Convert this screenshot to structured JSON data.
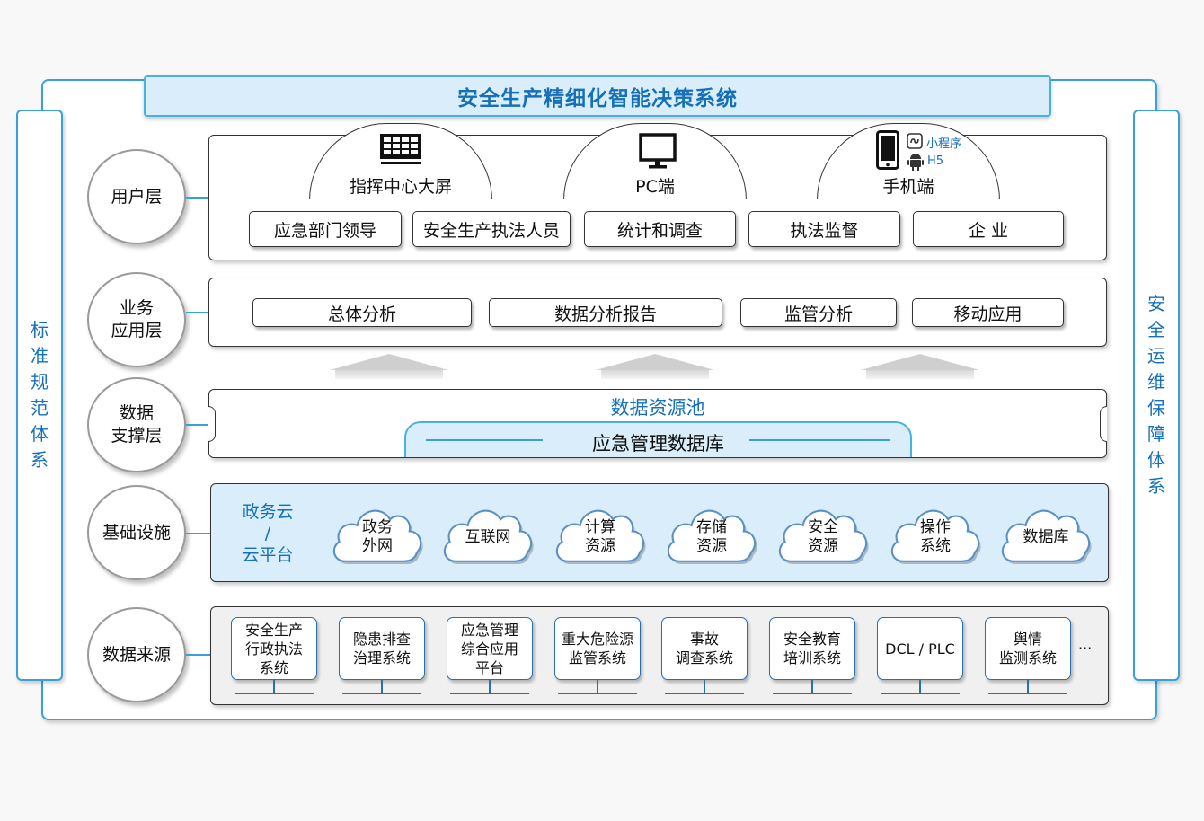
{
  "title": "安全生产精细化智能决策系统",
  "left_panel": [
    "标",
    "准",
    "规",
    "范",
    "体",
    "系"
  ],
  "right_panel": [
    "安",
    "全",
    "运",
    "维",
    "保",
    "障",
    "体",
    "系"
  ],
  "layers": {
    "user": "用户层",
    "business_1": "业务",
    "business_2": "应用层",
    "data_1": "数据",
    "data_2": "支撑层",
    "infra": "基础设施",
    "source": "数据来源"
  },
  "terminals": {
    "screen": "指挥中心大屏",
    "pc": "PC端",
    "mobile": "手机端",
    "mini_program": "小程序",
    "h5": "H5"
  },
  "users": [
    "应急部门领导",
    "安全生产执法人员",
    "统计和调查",
    "执法监督",
    "企 业"
  ],
  "apps": [
    "总体分析",
    "数据分析报告",
    "监管分析",
    "移动应用"
  ],
  "data_pool": {
    "title": "数据资源池",
    "database": "应急管理数据库"
  },
  "infra": {
    "label_1": "政务云",
    "label_2": "/",
    "label_3": "云平台",
    "clouds": [
      [
        "政务",
        "外网"
      ],
      [
        "互联网"
      ],
      [
        "计算",
        "资源"
      ],
      [
        "存储",
        "资源"
      ],
      [
        "安全",
        "资源"
      ],
      [
        "操作",
        "系统"
      ],
      [
        "数据库"
      ]
    ]
  },
  "sources": [
    [
      "安全生产",
      "行政执法",
      "系统"
    ],
    [
      "隐患排查",
      "治理系统"
    ],
    [
      "应急管理",
      "综合应用",
      "平台"
    ],
    [
      "重大危险源",
      "监管系统"
    ],
    [
      "事故",
      "调查系统"
    ],
    [
      "安全教育",
      "培训系统"
    ],
    [
      "DCL / PLC"
    ],
    [
      "舆情",
      "监测系统"
    ]
  ],
  "more": "···",
  "colors": {
    "accent": "#3aa0d8",
    "title_text": "#1670b8",
    "banner_bg": "#d9eefa",
    "infra_bg": "#d9eefa",
    "source_bg": "#f0f0f0",
    "cloud_border": "#5b8fc7"
  },
  "icons": {
    "screen": "display-grid-icon",
    "pc": "monitor-icon",
    "mobile": "smartphone-icon",
    "mini_program": "mini-program-icon",
    "h5": "android-icon"
  }
}
